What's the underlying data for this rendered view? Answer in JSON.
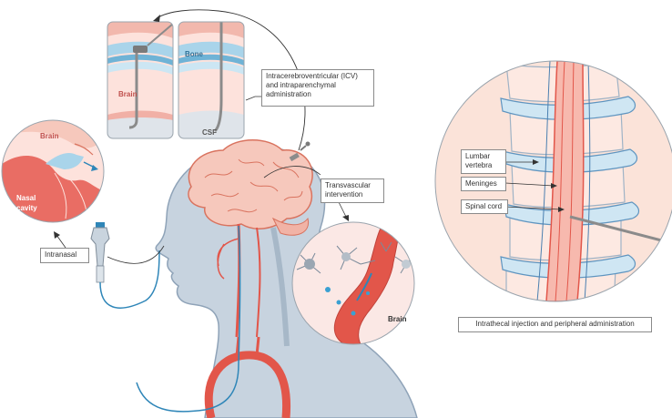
{
  "labels": {
    "icv": "Intracerebroventricular (ICV)\nand intraparenchymal\nadministration",
    "transvascular": "Transvascular\nintervention",
    "intranasal": "Intranasal",
    "lumbar": "Lumbar\nvertebra",
    "meninges": "Meninges",
    "spinal_cord": "Spinal cord",
    "intrathecal": "Intrathecal injection and peripheral administration"
  },
  "inset_text": {
    "icv_brain": "Brain",
    "icv_bone": "Bone",
    "icv_csf": "CSF",
    "nasal_brain": "Brain",
    "nasal_cavity": "Nasal\ncavity",
    "vessel_brain": "Brain"
  },
  "colors": {
    "head": "#c7d3df",
    "head_outline": "#8fa3b8",
    "brain": "#f6c8bc",
    "brain_outline": "#d9735f",
    "vessel": "#e2564a",
    "bone": "#a9d4ea",
    "catheter": "#2f86b8",
    "tissue": "#f5c9c2",
    "spine_bg": "#fbe3d9"
  }
}
